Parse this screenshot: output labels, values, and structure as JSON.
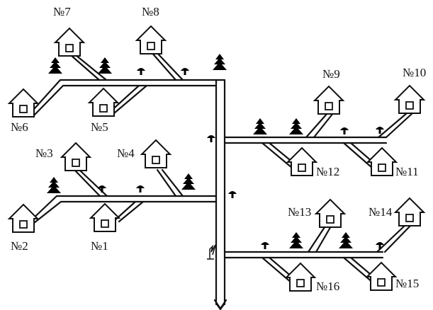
{
  "houses": [
    {
      "id": "1",
      "label": "№1"
    },
    {
      "id": "2",
      "label": "№2"
    },
    {
      "id": "3",
      "label": "№3"
    },
    {
      "id": "4",
      "label": "№4"
    },
    {
      "id": "5",
      "label": "№5"
    },
    {
      "id": "6",
      "label": "№6"
    },
    {
      "id": "7",
      "label": "№7"
    },
    {
      "id": "8",
      "label": "№8"
    },
    {
      "id": "9",
      "label": "№9"
    },
    {
      "id": "10",
      "label": "№10"
    },
    {
      "id": "11",
      "label": "№11"
    },
    {
      "id": "12",
      "label": "№12"
    },
    {
      "id": "13",
      "label": "№13"
    },
    {
      "id": "14",
      "label": "№14"
    },
    {
      "id": "15",
      "label": "№15"
    },
    {
      "id": "16",
      "label": "№16"
    }
  ]
}
